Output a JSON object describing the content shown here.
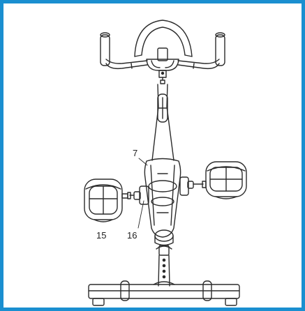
{
  "figure": {
    "frame_color": "#1a8fd0",
    "line_color": "#2b2b2b",
    "callouts": [
      {
        "id": "7",
        "label": "7"
      },
      {
        "id": "15",
        "label": "15"
      },
      {
        "id": "16",
        "label": "16"
      }
    ]
  }
}
